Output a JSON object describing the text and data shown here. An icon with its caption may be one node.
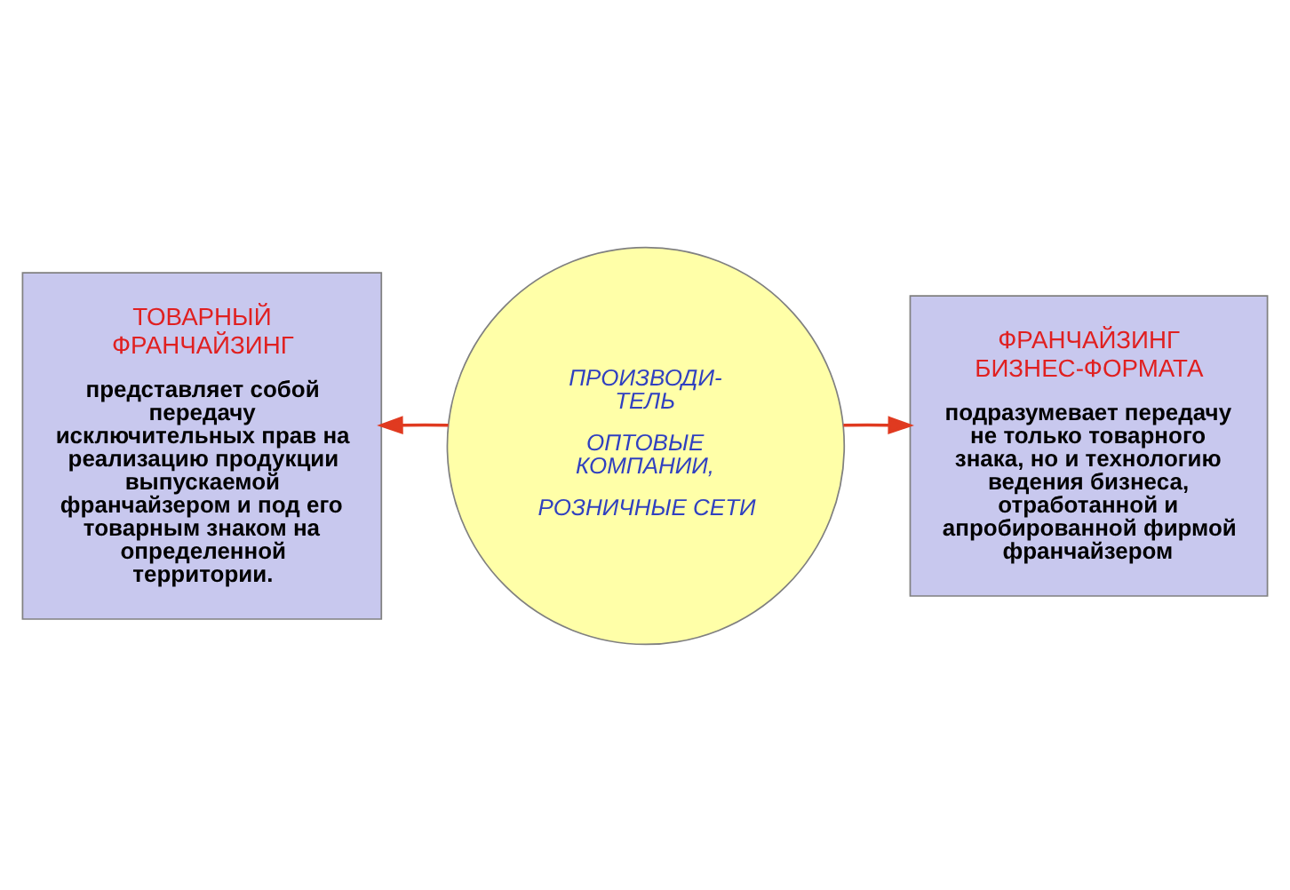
{
  "diagram": {
    "nodes": [
      {
        "text": [
          "ТОВАРНЫЙ ФРАНЧАЙЗИНГ",
          "представляет собой передачу исключительных прав на реализацию продукции выпускаемой франчайзером и под его товарным знаком на определенной территории."
        ]
      },
      {
        "text": [
          "ПРОИЗВОДИ- ТЕЛЬ",
          "ОПТОВЫЕ КОМПАНИИ,",
          "РОЗНИЧНЫЕ СЕТИ"
        ]
      },
      {
        "text": [
          "ФРАНЧАЙЗИНГ БИЗНЕС-ФОРМАТА",
          "подразумевает передачу не только товарного знака, но и технологию ведения бизнеса, отработанной и апробированной фирмой франчайзером"
        ]
      }
    ],
    "edges": [
      {
        "from": 1,
        "to": 0,
        "arrow": "to"
      },
      {
        "from": 1,
        "to": 2,
        "arrow": "to"
      }
    ]
  }
}
